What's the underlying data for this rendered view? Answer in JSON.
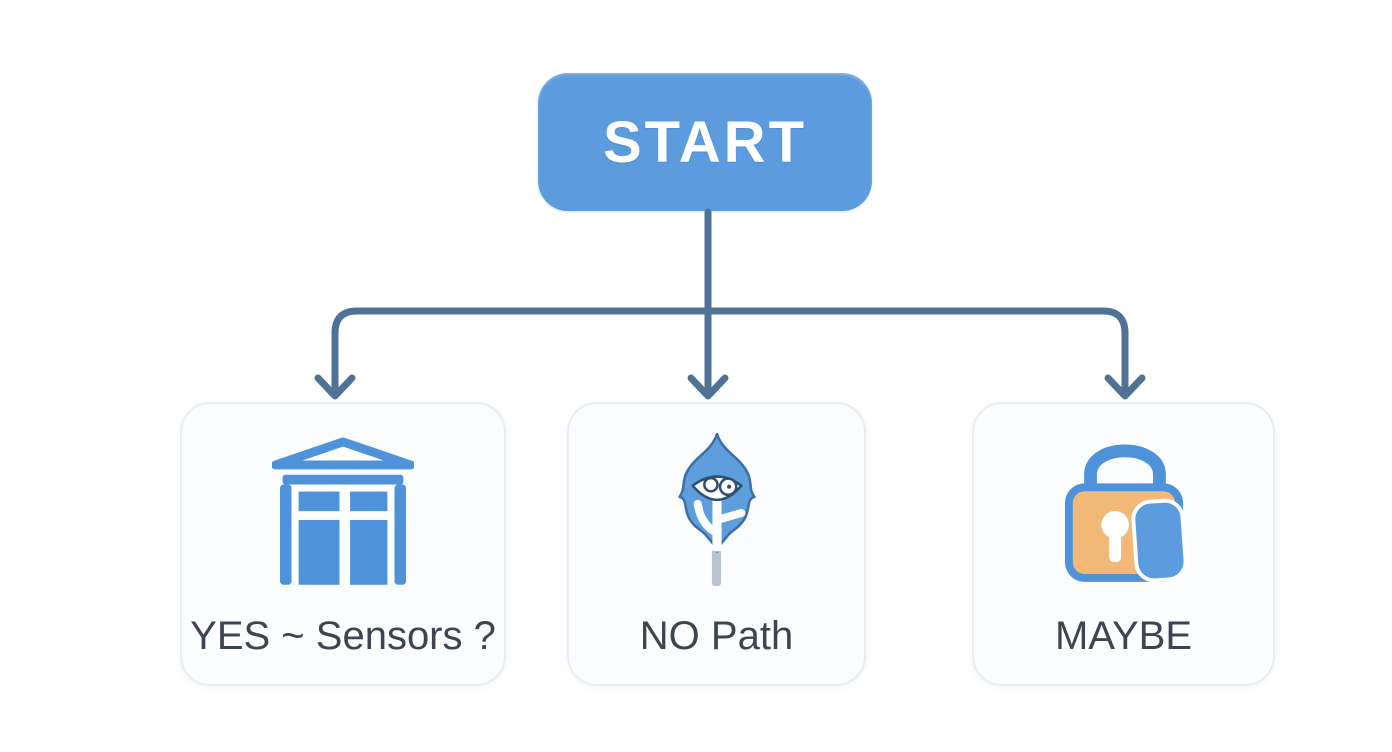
{
  "diagram": {
    "start": {
      "label": "START"
    },
    "nodes": [
      {
        "id": "yes",
        "label": "YES ~ Sensors ?",
        "icon": "building-icon"
      },
      {
        "id": "no",
        "label": "NO Path",
        "icon": "leaf-eye-icon"
      },
      {
        "id": "maybe",
        "label": "MAYBE",
        "icon": "padlock-icon"
      }
    ],
    "colors": {
      "start_fill": "#5b9bde",
      "start_text": "#ffffff",
      "arrow": "#4f7396",
      "card_background": "#fbfdfe",
      "card_border": "#e9eef5",
      "label_text": "#3d4650",
      "icon_blue": "#4e93d9",
      "icon_blue_dark": "#3d6ea6",
      "icon_orange": "#f2b877",
      "stem_gray": "#b9c4ce"
    }
  }
}
